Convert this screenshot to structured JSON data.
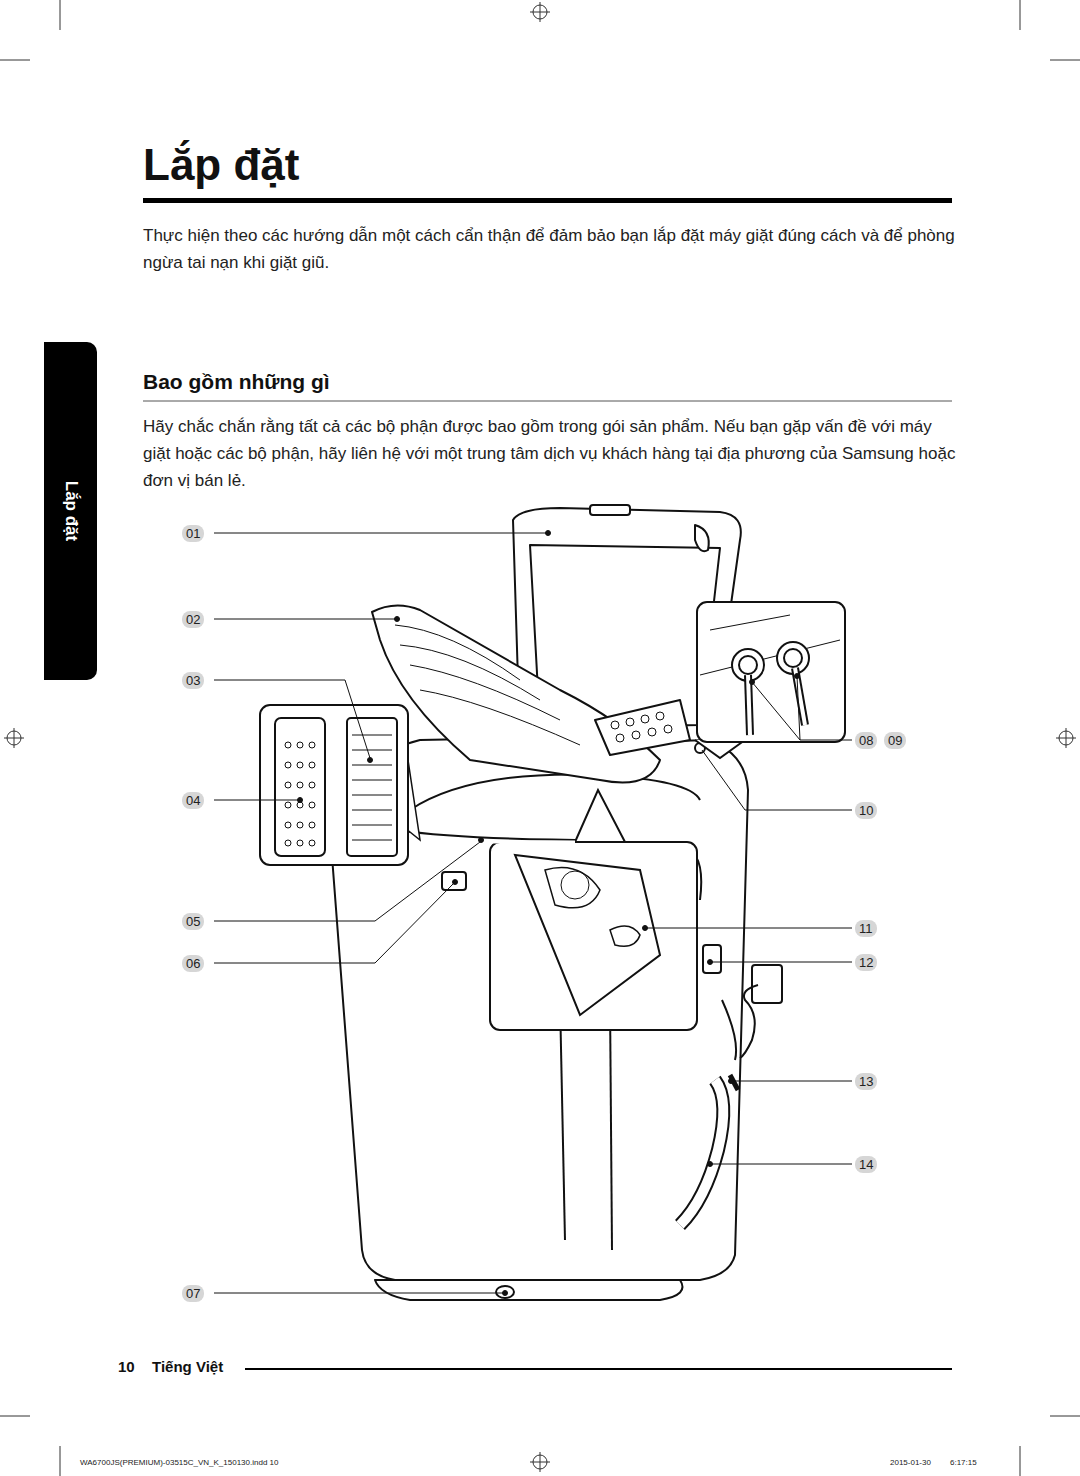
{
  "diagram": {
    "title": "Lắp đặt",
    "nodes": [
      {
        "text": [
          "Lắp đặt"
        ]
      }
    ],
    "labels": [
      "Thực hiện theo các hướng dẫn một cách cẩn thận để đảm bảo bạn lắp đặt máy giặt đúng cách và để phòng ngừa tai nạn khi giặt giũ.",
      "Bao gồm những gì",
      "Hãy chắc chắn rằng tất cả các bộ phận được bao gồm trong gói sản phẩm. Nếu bạn gặp vấn đề với máy giặt hoặc các bộ phận, hãy liên hệ với một trung tâm dịch vụ khách hàng tại địa phương của Samsung hoặc đơn vị bán lẻ.",
      "01",
      "02",
      "03",
      "04",
      "05",
      "06",
      "07",
      "08",
      "09",
      "10",
      "11",
      "12",
      "13",
      "14",
      "10",
      "Tiếng Việt",
      "WA6700JS(PREMIUM)-03515C_VN_K_150130.indd   10",
      "2015-01-30",
      "6:17:15"
    ]
  }
}
